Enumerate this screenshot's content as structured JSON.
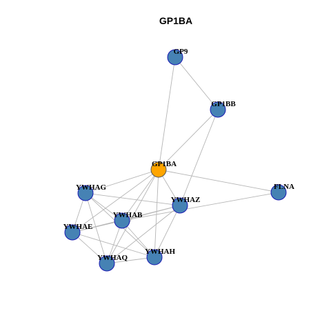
{
  "title": "GP1BA",
  "colors": {
    "node": "#4682b4",
    "focus_node": "#ffa500",
    "edge": "#b5b5b5",
    "node_border": "#1a1ab3"
  },
  "nodes": [
    {
      "id": "GP9",
      "label": "GP9",
      "focus": false
    },
    {
      "id": "GP1BB",
      "label": "GP1BB",
      "focus": false
    },
    {
      "id": "GP1BA",
      "label": "GP1BA",
      "focus": true
    },
    {
      "id": "YWHAG",
      "label": "YWHAG",
      "focus": false
    },
    {
      "id": "FLNA",
      "label": "FLNA",
      "focus": false
    },
    {
      "id": "YWHAZ",
      "label": "YWHAZ",
      "focus": false
    },
    {
      "id": "YWHAB",
      "label": "YWHAB",
      "focus": false
    },
    {
      "id": "YWHAE",
      "label": "YWHAE",
      "focus": false
    },
    {
      "id": "YWHAH",
      "label": "YWHAH",
      "focus": false
    },
    {
      "id": "YWHAQ",
      "label": "YWHAQ",
      "focus": false
    }
  ],
  "edges": [
    [
      "GP9",
      "GP1BB"
    ],
    [
      "GP9",
      "GP1BA"
    ],
    [
      "GP1BB",
      "GP1BA"
    ],
    [
      "GP1BB",
      "YWHAZ"
    ],
    [
      "GP1BA",
      "FLNA"
    ],
    [
      "GP1BA",
      "YWHAG"
    ],
    [
      "GP1BA",
      "YWHAZ"
    ],
    [
      "GP1BA",
      "YWHAB"
    ],
    [
      "GP1BA",
      "YWHAE"
    ],
    [
      "GP1BA",
      "YWHAH"
    ],
    [
      "GP1BA",
      "YWHAQ"
    ],
    [
      "FLNA",
      "YWHAB"
    ],
    [
      "YWHAG",
      "YWHAE"
    ],
    [
      "YWHAG",
      "YWHAB"
    ],
    [
      "YWHAG",
      "YWHAZ"
    ],
    [
      "YWHAG",
      "YWHAH"
    ],
    [
      "YWHAG",
      "YWHAQ"
    ],
    [
      "YWHAZ",
      "YWHAB"
    ],
    [
      "YWHAZ",
      "YWHAH"
    ],
    [
      "YWHAZ",
      "YWHAQ"
    ],
    [
      "YWHAZ",
      "YWHAE"
    ],
    [
      "YWHAB",
      "YWHAE"
    ],
    [
      "YWHAB",
      "YWHAH"
    ],
    [
      "YWHAB",
      "YWHAQ"
    ],
    [
      "YWHAE",
      "YWHAQ"
    ],
    [
      "YWHAE",
      "YWHAH"
    ],
    [
      "YWHAQ",
      "YWHAH"
    ]
  ]
}
